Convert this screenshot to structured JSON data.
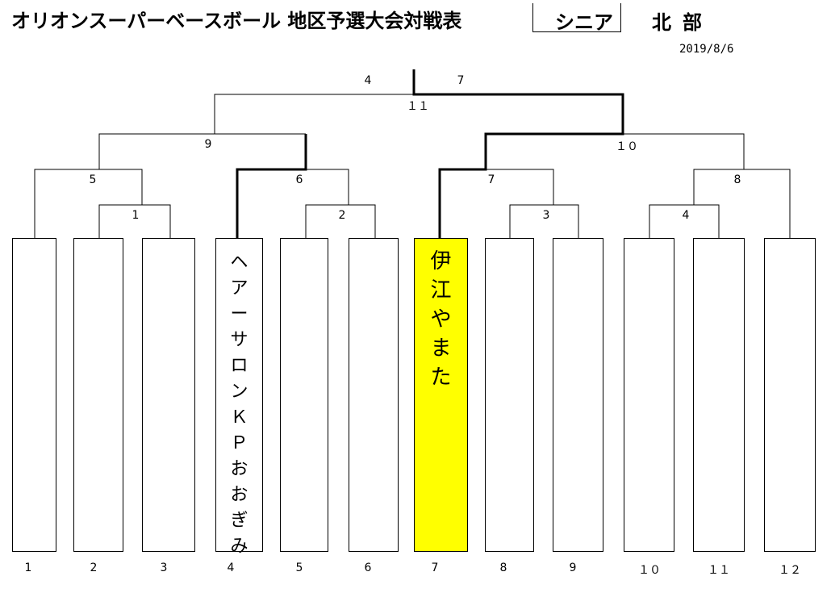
{
  "header": {
    "title": "オリオンスーパーベースボール 地区予選大会対戦表",
    "division": "シニア",
    "region": "北部",
    "date": "2019/8/6"
  },
  "teams": [
    {
      "slot": "1",
      "name": "",
      "winner": false
    },
    {
      "slot": "2",
      "name": "",
      "winner": false
    },
    {
      "slot": "3",
      "name": "",
      "winner": false
    },
    {
      "slot": "4",
      "name": "ヘアーサロンＫＰおおぎみ",
      "winner": false
    },
    {
      "slot": "5",
      "name": "",
      "winner": false
    },
    {
      "slot": "6",
      "name": "",
      "winner": false
    },
    {
      "slot": "7",
      "name": "伊江やまた",
      "winner": true
    },
    {
      "slot": "8",
      "name": "",
      "winner": false
    },
    {
      "slot": "9",
      "name": "",
      "winner": false
    },
    {
      "slot": "１０",
      "name": "",
      "winner": false
    },
    {
      "slot": "１１",
      "name": "",
      "winner": false
    },
    {
      "slot": "１２",
      "name": "",
      "winner": false
    }
  ],
  "matches": {
    "m1": "1",
    "m2": "2",
    "m3": "3",
    "m4": "4",
    "m5": "5",
    "m6": "6",
    "m7": "7",
    "m8": "8",
    "m9": "9",
    "m10": "１０",
    "m11": "１１",
    "final_left_score": "4",
    "final_right_score": "7"
  },
  "colors": {
    "winner_fill": "#ffff00",
    "line": "#000000"
  }
}
